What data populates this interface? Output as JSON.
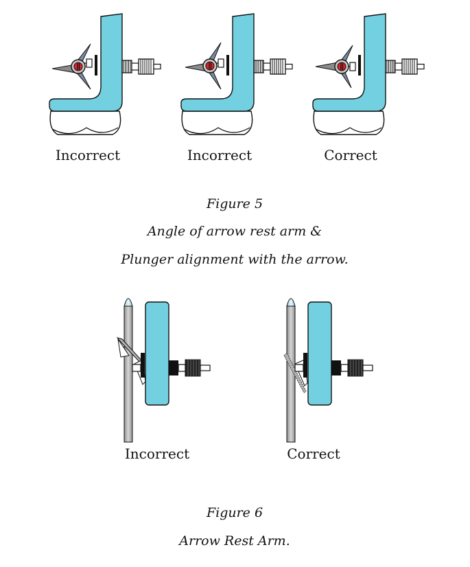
{
  "figure5": {
    "panels": [
      {
        "label": "Incorrect"
      },
      {
        "label": "Incorrect"
      },
      {
        "label": "Correct"
      }
    ],
    "caption": {
      "number": "Figure 5",
      "line1": "Angle of arrow rest arm &",
      "line2": "Plunger alignment with the arrow."
    }
  },
  "figure6": {
    "panels": [
      {
        "label": "Incorrect"
      },
      {
        "label": "Correct"
      }
    ],
    "caption": {
      "number": "Figure 6",
      "line1": "Arrow Rest Arm."
    }
  },
  "colors": {
    "riser": "#72d0e0",
    "arrow_shaft": "#b9b9b9",
    "arrow_tip": "#bfe2f2",
    "button_red": "#d8252a",
    "outline": "#111111"
  },
  "icons": [
    "arrow-rest-icon",
    "plunger-icon",
    "riser-icon",
    "arrow-icon"
  ]
}
